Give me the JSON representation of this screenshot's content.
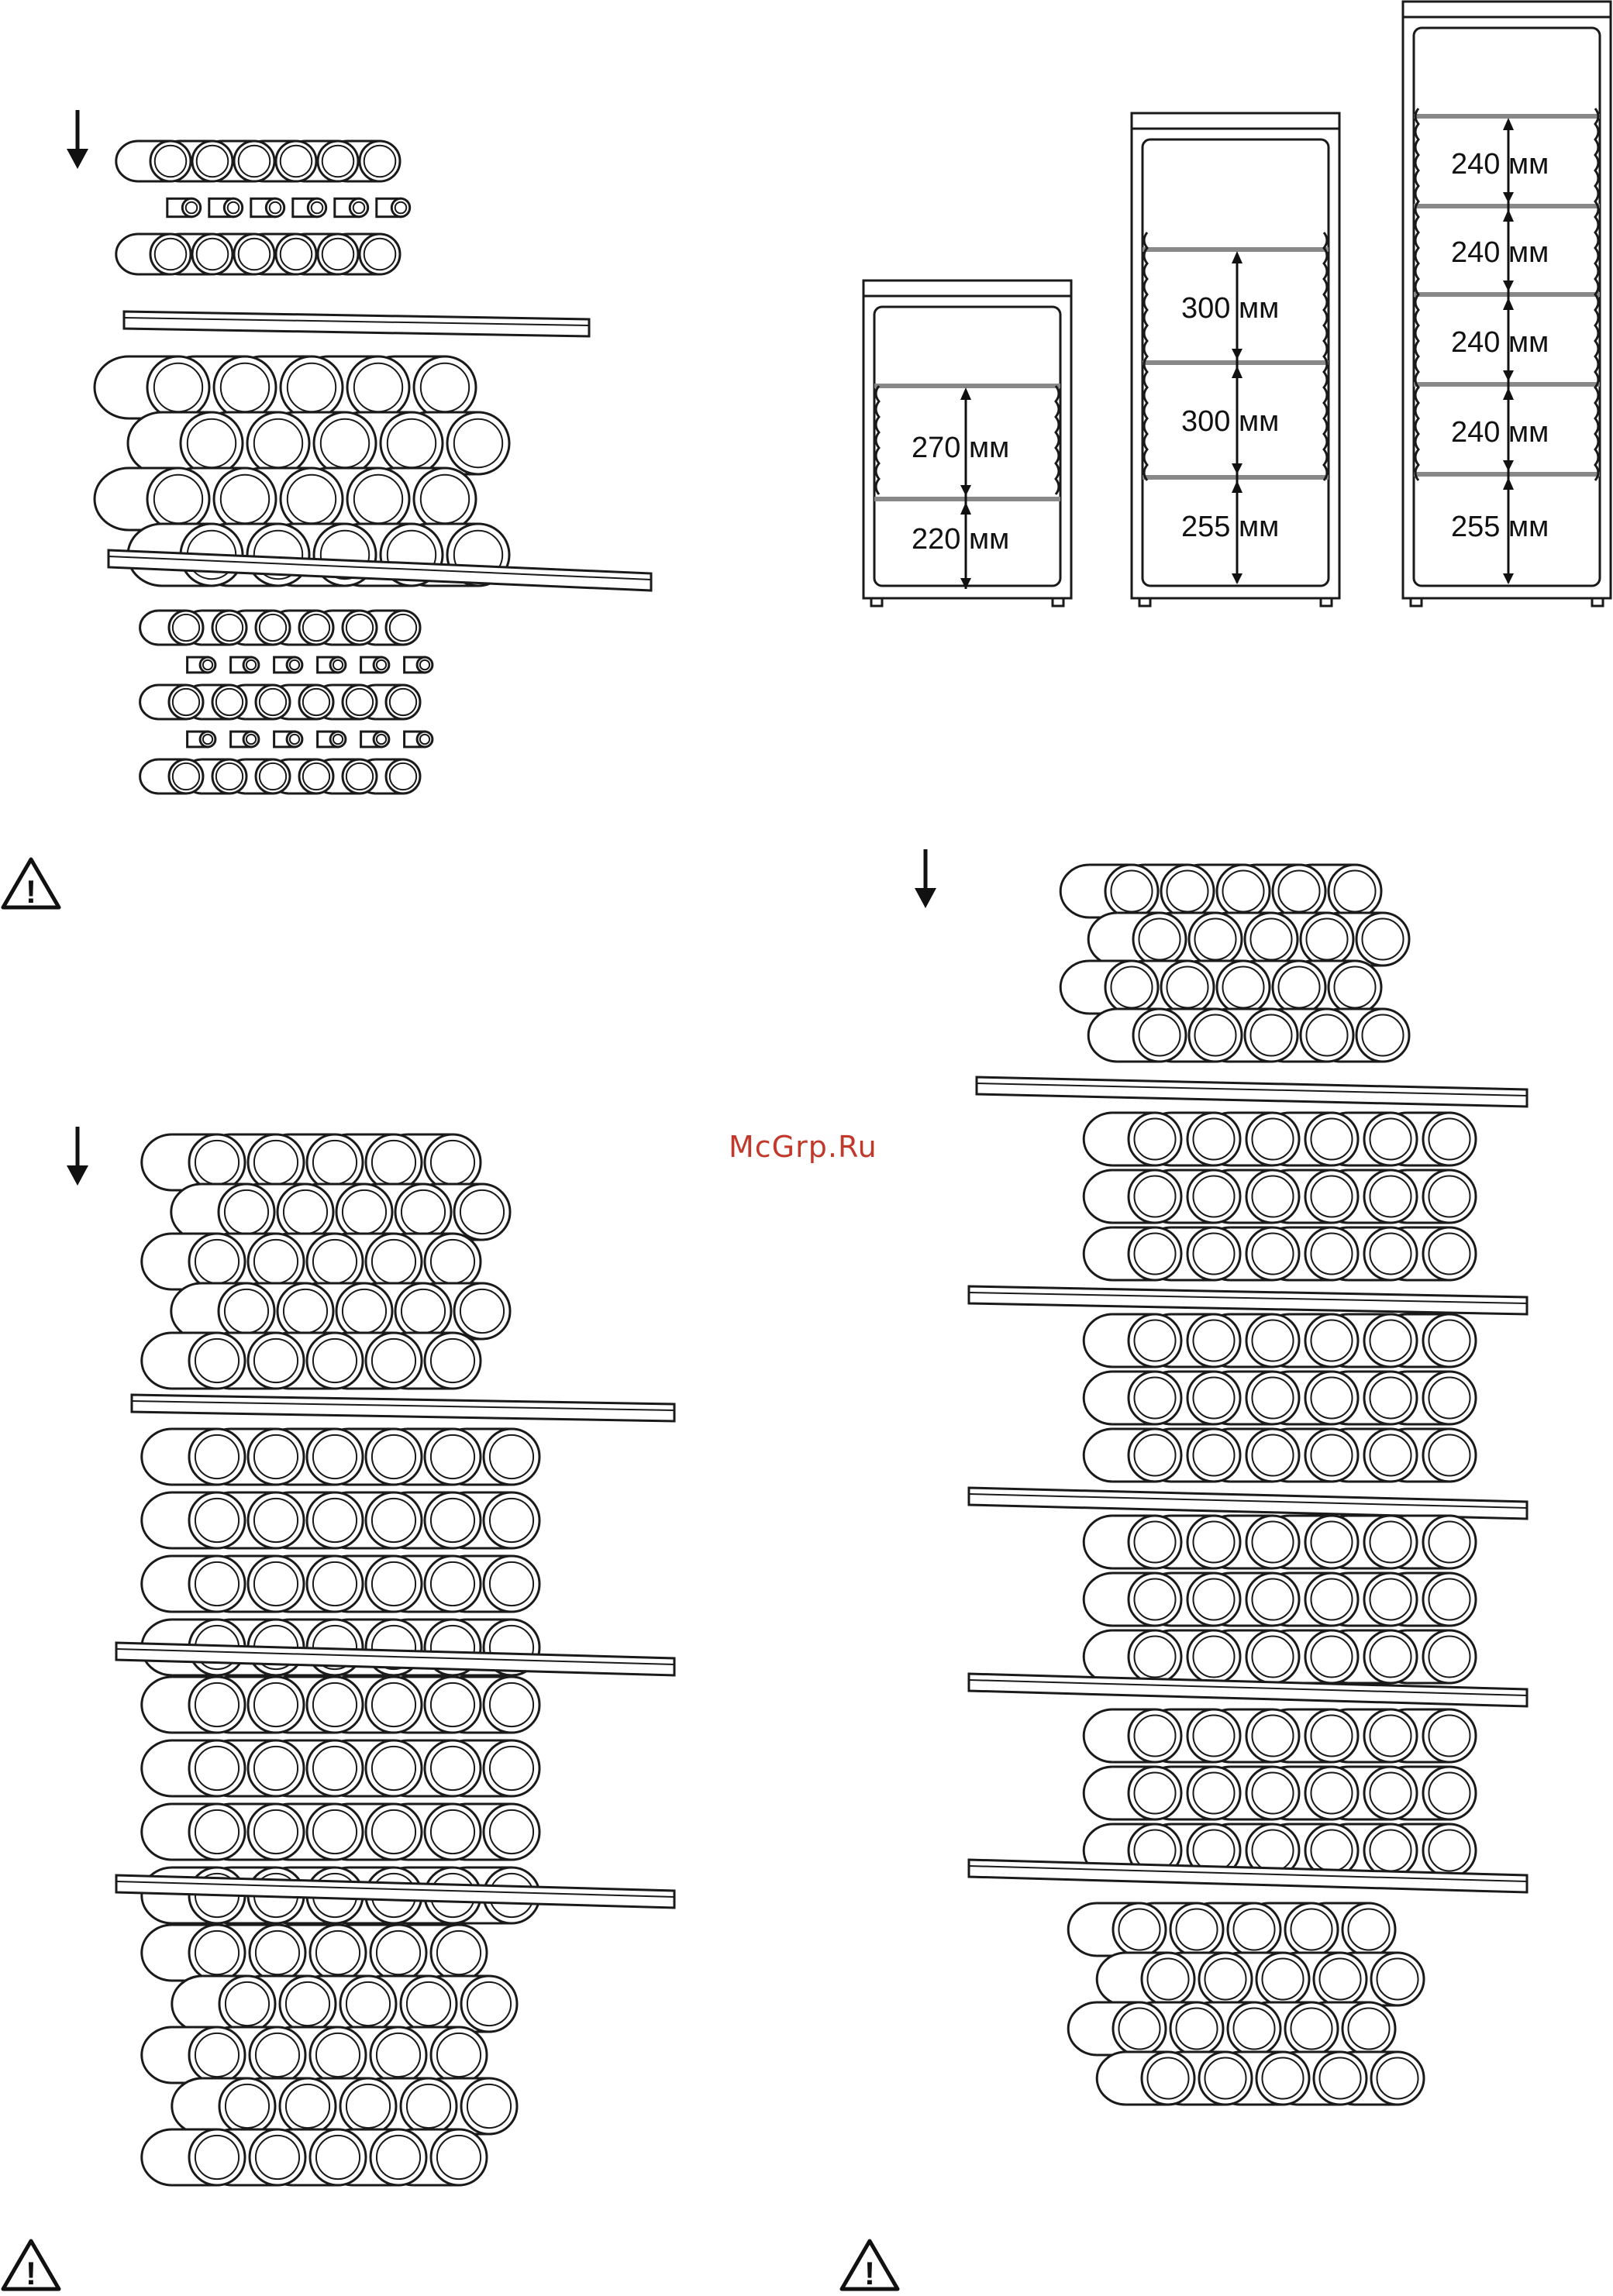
{
  "watermark": {
    "text": "McGrp.Ru",
    "color": "#c0392b"
  },
  "line_color": "#1a1a1a",
  "icons": {
    "down_arrow": "down-arrow-icon",
    "warning": "warning-triangle-icon"
  },
  "cabinets": [
    {
      "name": "small-cabinet",
      "labels": [
        "270 мм",
        "220 мм"
      ]
    },
    {
      "name": "medium-cabinet",
      "labels": [
        "300 мм",
        "300 мм",
        "255 мм"
      ]
    },
    {
      "name": "tall-cabinet",
      "labels": [
        "240 мм",
        "240 мм",
        "240 мм",
        "240 мм",
        "255 мм"
      ]
    }
  ],
  "warning_symbol": "!"
}
